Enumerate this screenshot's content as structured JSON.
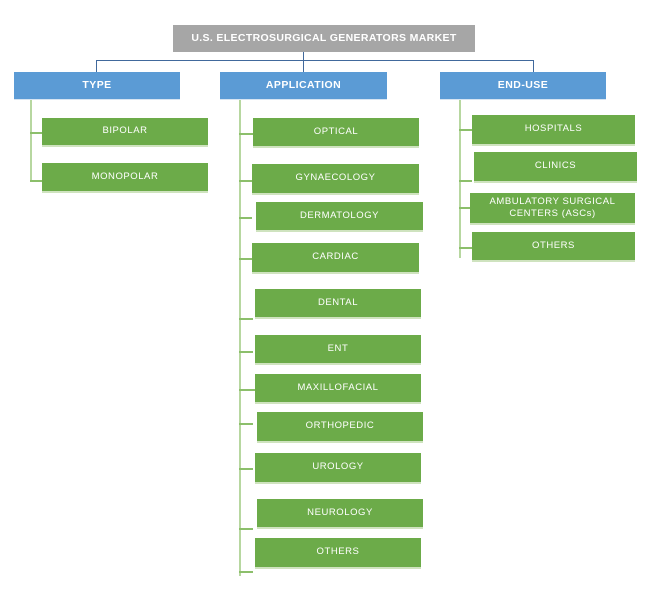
{
  "diagram": {
    "title": "U.S. ELECTROSURGICAL GENERATORS MARKET",
    "colors": {
      "title_bar": "#a6a6a6",
      "category": "#5b9bd5",
      "leaf": "#6cab49",
      "connector_blue": "#41699c",
      "connector_green": "#b7d7a0",
      "background": "#ffffff",
      "text": "#ffffff"
    },
    "branches": [
      {
        "label": "TYPE",
        "items": [
          "BIPOLAR",
          "MONOPOLAR"
        ]
      },
      {
        "label": "APPLICATION",
        "items": [
          "OPTICAL",
          "GYNAECOLOGY",
          "DERMATOLOGY",
          "CARDIAC",
          "DENTAL",
          "ENT",
          "MAXILLOFACIAL",
          "ORTHOPEDIC",
          "UROLOGY",
          "NEUROLOGY",
          "OTHERS"
        ]
      },
      {
        "label": "END-USE",
        "items": [
          "HOSPITALS",
          "CLINICS",
          "AMBULATORY SURGICAL CENTERS (ASCs)",
          "OTHERS"
        ]
      }
    ]
  }
}
